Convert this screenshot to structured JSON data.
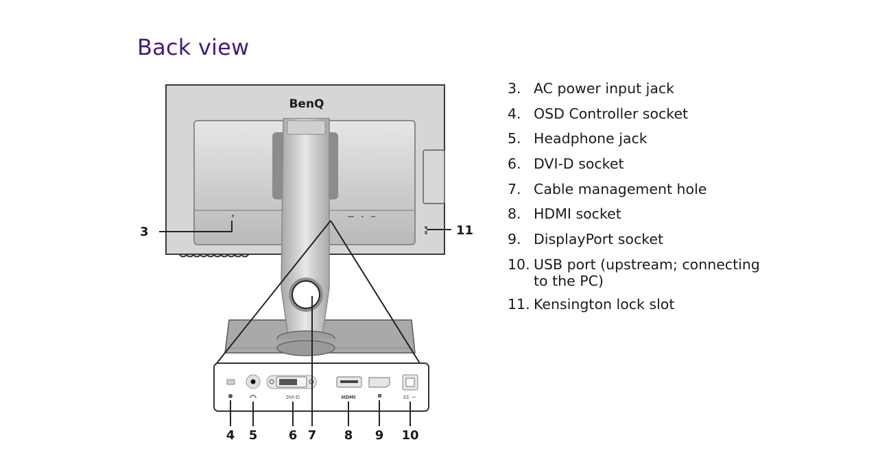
{
  "title": "Back view",
  "brand_logo": "BenQ",
  "port_panel_labels": {
    "dvi": "DVI-D",
    "hdmi": "HDMI",
    "usb": "SS"
  },
  "callouts": [
    "3",
    "4",
    "5",
    "6",
    "7",
    "8",
    "9",
    "10",
    "11"
  ],
  "legend": [
    {
      "num": "3.",
      "text": "AC power input jack"
    },
    {
      "num": "4.",
      "text": "OSD Controller socket"
    },
    {
      "num": "5.",
      "text": "Headphone jack"
    },
    {
      "num": "6.",
      "text": "DVI-D socket"
    },
    {
      "num": "7.",
      "text": "Cable management hole"
    },
    {
      "num": "8.",
      "text": "HDMI socket"
    },
    {
      "num": "9.",
      "text": "DisplayPort socket"
    },
    {
      "num": "10.",
      "text": "USB port (upstream; connecting",
      "text2": "to the PC)"
    },
    {
      "num": "11.",
      "text": "Kensington lock slot"
    }
  ],
  "colors": {
    "title": "#3f1d82",
    "monitor_body": "#d2d2d2",
    "panel": "#c4c4c4",
    "stand": "#b8b8b8",
    "outline": "#333333"
  }
}
